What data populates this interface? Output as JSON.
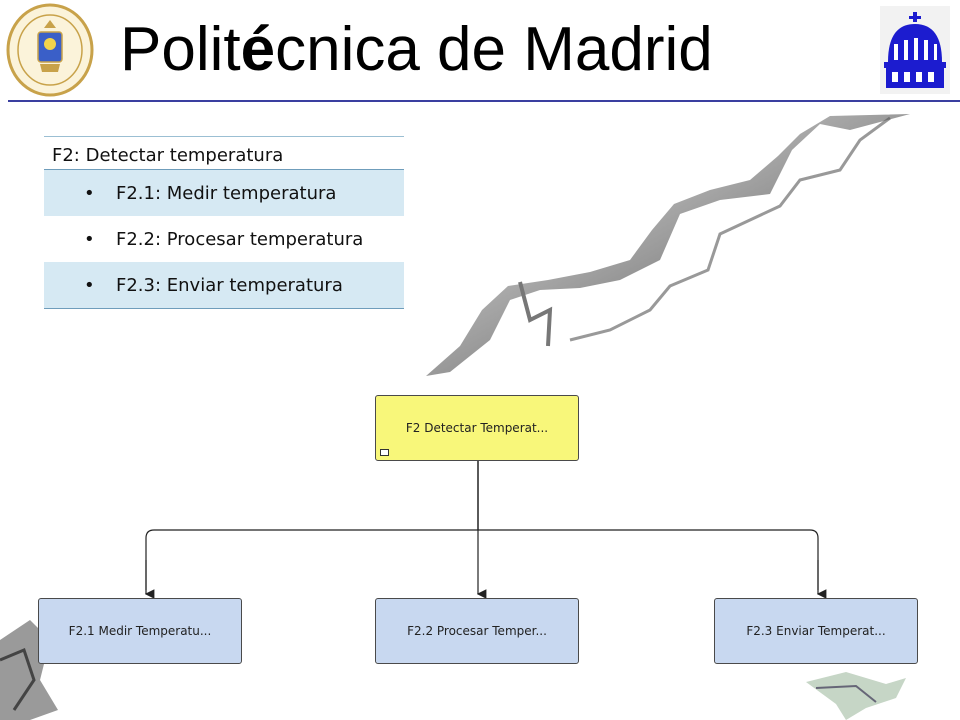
{
  "header": {
    "title_before": "Polit",
    "title_accent": "é",
    "title_after": "cnica de Madrid"
  },
  "outline": {
    "heading": "F2: Detectar temperatura",
    "items": [
      {
        "bullet": "•",
        "label": "F2.1: Medir temperatura"
      },
      {
        "bullet": "•",
        "label": "F2.2: Procesar temperatura"
      },
      {
        "bullet": "•",
        "label": "F2.3: Enviar temperatura"
      }
    ]
  },
  "diagram": {
    "root": "F2 Detectar Temperat...",
    "children": [
      "F2.1 Medir Temperatu...",
      "F2.2 Procesar Temper...",
      "F2.3 Enviar Temperat..."
    ]
  },
  "colors": {
    "root_fill": "#f8f77a",
    "child_fill": "#c8d8f0",
    "table_shade": "#d6e9f3",
    "header_rule": "#3a3fa0",
    "dome_blue": "#1c1ccf",
    "seal_gold": "#c8a24a"
  }
}
